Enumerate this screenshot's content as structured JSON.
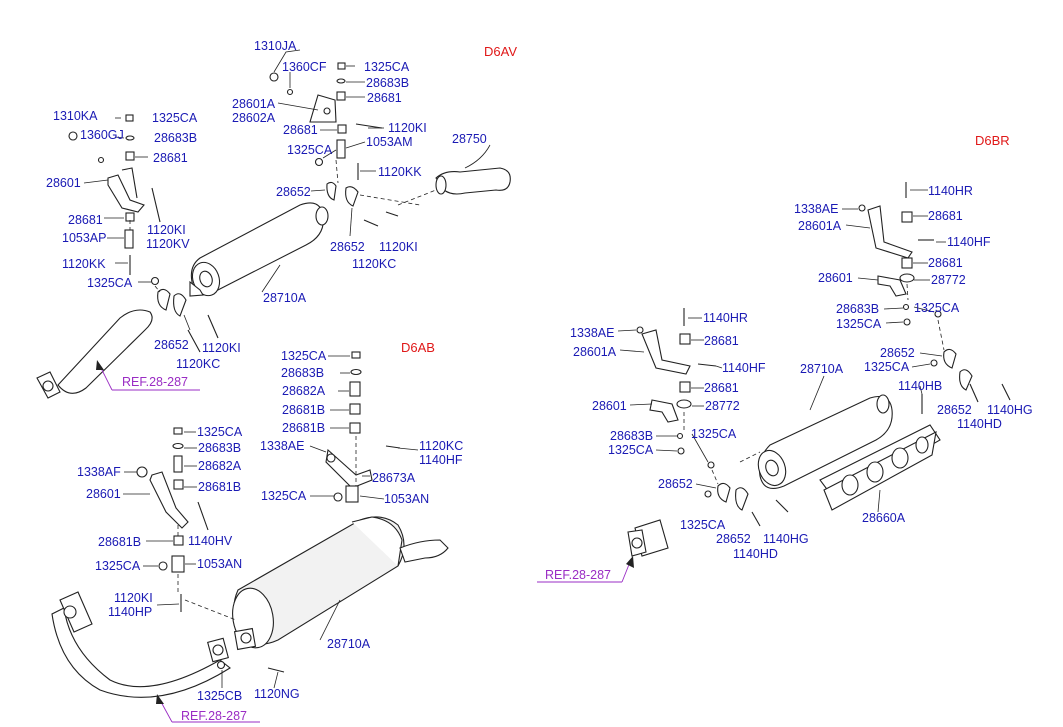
{
  "sections": {
    "d6av": "D6AV",
    "d6bR": "D6BR",
    "d6ab": "D6AB"
  },
  "labels": {
    "topLeft": {
      "l1310JA": "1310JA",
      "l1360CF": "1360CF",
      "l1325CA_a": "1325CA",
      "l28683B_a": "28683B",
      "l28681_a": "28681",
      "l28601A_a": "28601A",
      "l28602A": "28602A",
      "l28681_b": "28681",
      "l1120KI_a": "1120KI",
      "l1325CA_b": "1325CA",
      "l1053AM": "1053AM",
      "l1120KK_a": "1120KK",
      "l28750": "28750",
      "l28652_a": "28652",
      "l28652_b": "28652",
      "l1120KI_b": "1120KI",
      "l1120KC_a": "1120KC",
      "l1310KA": "1310KA",
      "l1360GJ": "1360GJ",
      "l1325CA_c": "1325CA",
      "l28683B_b": "28683B",
      "l28681_c": "28681",
      "l28601_a": "28601",
      "l28681_d": "28681",
      "l1120KI_c": "1120KI",
      "l1053AP": "1053AP",
      "l1120KV": "1120KV",
      "l1120KK_b": "1120KK",
      "l1325CA_d": "1325CA",
      "l28710A_a": "28710A",
      "l28652_c": "28652",
      "l1120KI_d": "1120KI",
      "l1120KC_b": "1120KC",
      "ref_a": "REF.28-287"
    },
    "bottomLeft": {
      "l1325CA_e": "1325CA",
      "l28683B_c": "28683B",
      "l28682A_a": "28682A",
      "l28681B_a": "28681B",
      "l28681B_b": "28681B",
      "l1338AE_a": "1338AE",
      "l1120KC_c": "1120KC",
      "l1140HF_a": "1140HF",
      "l28673A": "28673A",
      "l1325CA_f": "1325CA",
      "l1053AN_a": "1053AN",
      "l1325CA_g": "1325CA",
      "l28683B_d": "28683B",
      "l28682A_b": "28682A",
      "l1338AF": "1338AF",
      "l28681B_c": "28681B",
      "l28601_b": "28601",
      "l1140HV": "1140HV",
      "l28681B_d": "28681B",
      "l1325CA_h": "1325CA",
      "l1053AN_b": "1053AN",
      "l1120KI_e": "1120KI",
      "l1140HP": "1140HP",
      "l28710A_b": "28710A",
      "l1325CB": "1325CB",
      "l1120NG": "1120NG",
      "ref_b": "REF.28-287"
    },
    "right": {
      "l1140HR_a": "1140HR",
      "l1338AE_b": "1338AE",
      "l28681_e": "28681",
      "l28601A_b": "28601A",
      "l1140HF_b": "1140HF",
      "l28681_f": "28681",
      "l28601_c": "28601",
      "l28772_a": "28772",
      "l28683B_e": "28683B",
      "l1325CA_i": "1325CA",
      "l1325CA_j": "1325CA",
      "l1140HR_b": "1140HR",
      "l1338AE_c": "1338AE",
      "l28681_g": "28681",
      "l28601A_c": "28601A",
      "l1140HF_c": "1140HF",
      "l28652_d": "28652",
      "l1325CA_k": "1325CA",
      "l28710A_c": "28710A",
      "l28681_h": "28681",
      "l1140HB": "1140HB",
      "l28601_d": "28601",
      "l28772_b": "28772",
      "l28652_e": "28652",
      "l1140HG_a": "1140HG",
      "l1140HD_a": "1140HD",
      "l28683B_f": "28683B",
      "l1325CA_l": "1325CA",
      "l1325CA_m": "1325CA",
      "l28652_f": "28652",
      "l28660A": "28660A",
      "l1325CA_n": "1325CA",
      "l28652_g": "28652",
      "l1140HG_b": "1140HG",
      "l1140HD_b": "1140HD",
      "ref_c": "REF.28-287"
    }
  },
  "colors": {
    "label": "#1a1ab4",
    "section": "#e01818",
    "reference": "#9a2cc4",
    "line": "#222222"
  }
}
